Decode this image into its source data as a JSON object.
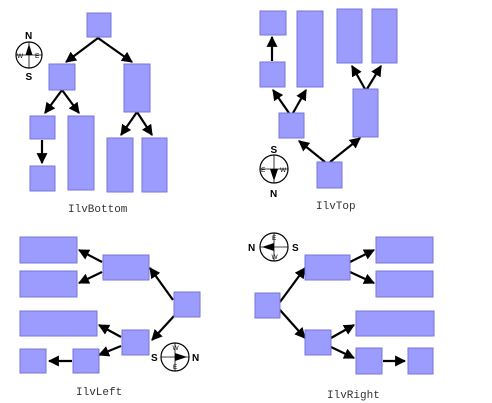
{
  "panels": [
    {
      "id": "bottom",
      "caption": "IlvBottom",
      "compass": {
        "arrow": "N",
        "opposite": "S",
        "left": "W",
        "right": "E"
      }
    },
    {
      "id": "top",
      "caption": "IlvTop",
      "compass": {
        "arrow": "N",
        "opposite": "S",
        "left": "E",
        "right": "W"
      }
    },
    {
      "id": "left",
      "caption": "IlvLeft",
      "compass": {
        "arrow": "N",
        "opposite": "S",
        "left": "W",
        "right": "E"
      }
    },
    {
      "id": "right",
      "caption": "IlvRight",
      "compass": {
        "arrow": "N",
        "opposite": "S",
        "left": "E",
        "right": "W"
      }
    }
  ],
  "colors": {
    "node_fill": "#9c9cff",
    "node_stroke": "#7676d8",
    "edge": "#000000"
  }
}
